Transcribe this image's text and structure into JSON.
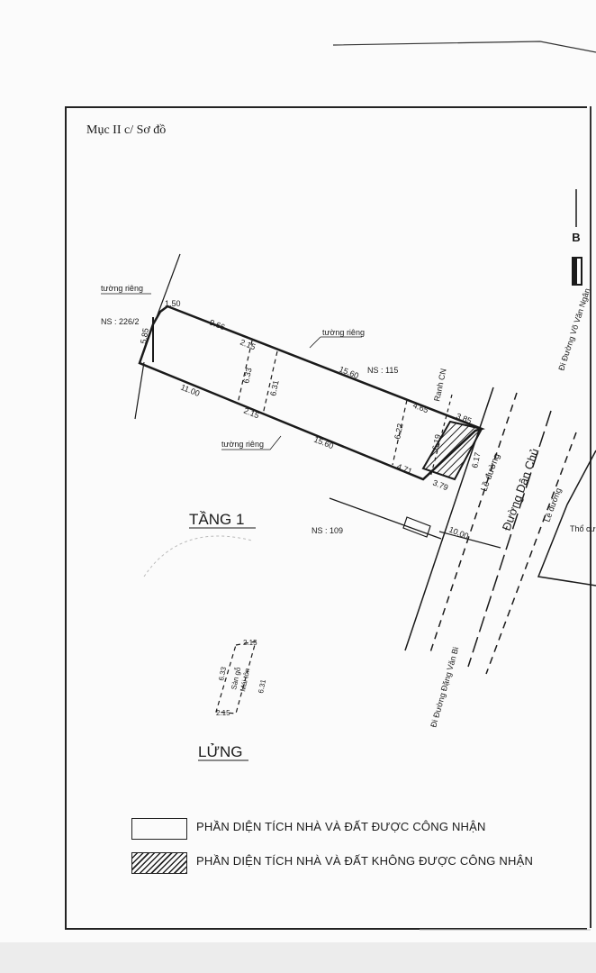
{
  "heading": "Mục II c/ Sơ đồ",
  "north": "B",
  "labels": {
    "wall_top_left": "tường riêng",
    "wall_top": "tường riêng",
    "wall_bottom": "tường riêng",
    "ns_left": "NS : 226/2",
    "ns_top": "NS : 115",
    "ns_bottom": "NS : 109",
    "boundary": "Ranh CN",
    "sidewalk": "Lề đường",
    "sidewalk_right": "Lề đường",
    "street": "Đường Dân Chủ",
    "to_vo_van_ngan": "Đi Đường Võ Văn Ngân",
    "to_dang_van_bi": "Đi Đường Đặng Văn Bi",
    "tho_cu": "Thổ cư",
    "floor1": "TẦNG 1",
    "mezzanine_title": "LỬNG",
    "mezzanine_note_1": "Sàn gỗ",
    "mezzanine_note_2": "Mái tôn"
  },
  "dimensions": {
    "d150": "1.50",
    "d585": "5.85",
    "d966": "9.66",
    "d215a": "2.15",
    "d215b": "2.15",
    "d633": "6.33",
    "d631": "6.31",
    "d1560a": "15.60",
    "d1560b": "15.60",
    "d1100": "11.00",
    "d465": "4.65",
    "d385": "3.85",
    "d622": "6.22",
    "d619": "6.19",
    "d617": "6.17",
    "d471": "4.71",
    "d379": "3.79",
    "d1000": "10.00",
    "m215a": "2.15",
    "m215b": "2.15",
    "m633": "6.33",
    "m631": "6.31"
  },
  "legend": {
    "recognized": "PHẦN DIỆN TÍCH NHÀ VÀ ĐẤT ĐƯỢC CÔNG NHẬN",
    "not_recognized": "PHẦN DIỆN TÍCH NHÀ VÀ ĐẤT KHÔNG ĐƯỢC CÔNG NHẬN"
  },
  "colors": {
    "ink": "#1a1a1a",
    "paper": "#fbfbfb"
  }
}
